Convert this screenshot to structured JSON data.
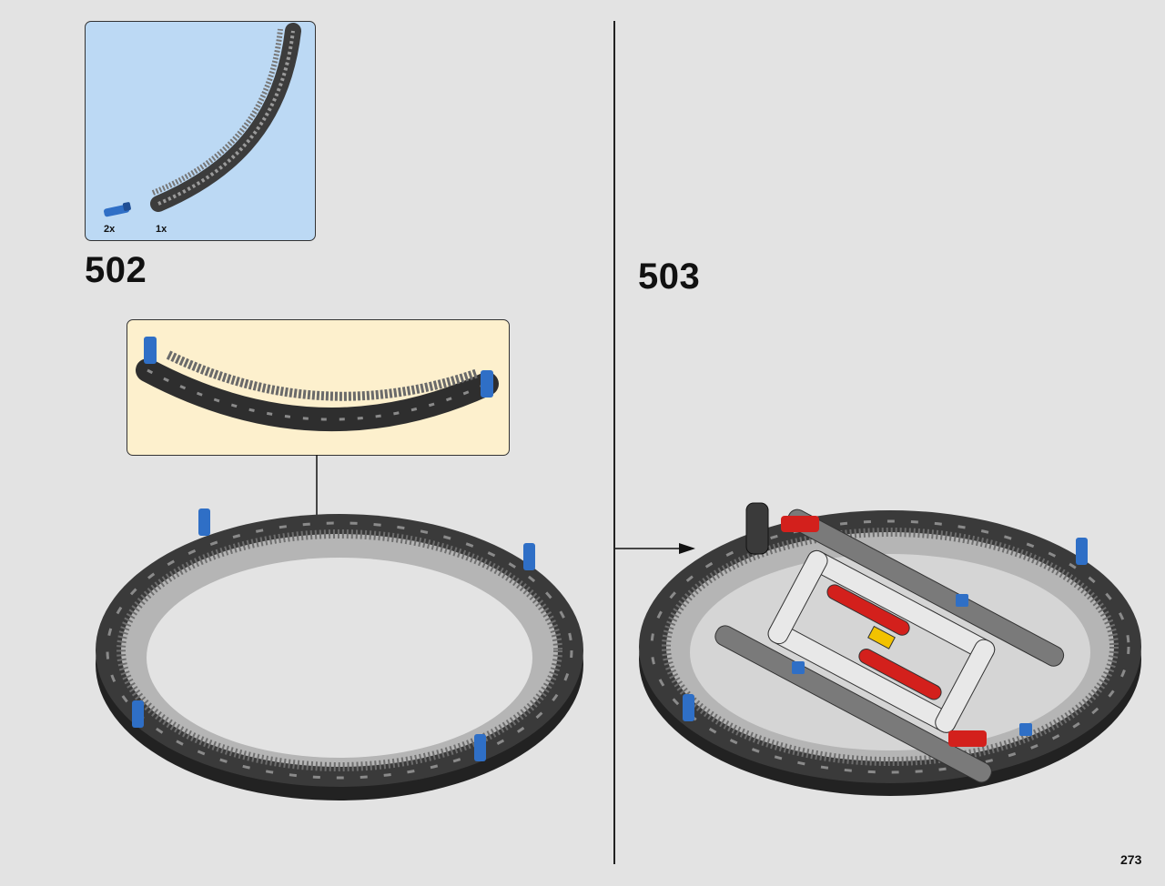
{
  "steps": [
    {
      "number": "502",
      "parts": [
        {
          "qty": "2x",
          "icon": "blue-axle-pin-icon",
          "color": "#2f6fc6"
        },
        {
          "qty": "1x",
          "icon": "curved-gear-rack-icon",
          "color": "#5a5a5a"
        }
      ]
    },
    {
      "number": "503"
    }
  ],
  "page": {
    "number": "273"
  },
  "colors": {
    "background": "#e3e3e3",
    "parts_box": "#bcd9f4",
    "subassembly_box": "#fdf0cd",
    "technic_dark_gray": "#3a3a3a",
    "technic_light_gray": "#d9d9d9",
    "technic_blue": "#2f6fc6",
    "technic_red": "#d3201c"
  }
}
